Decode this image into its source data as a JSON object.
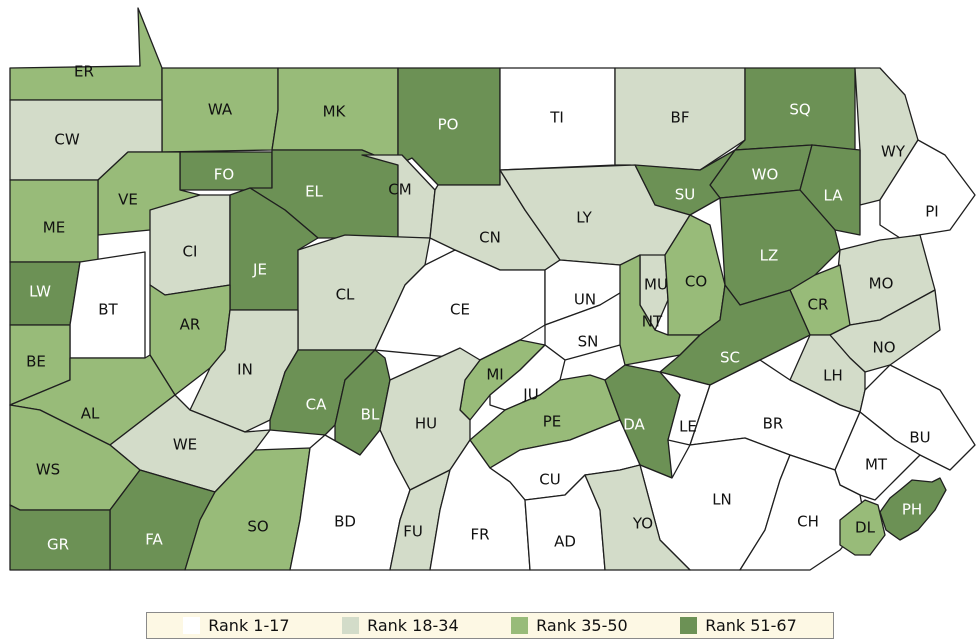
{
  "colors": {
    "rank_1_17": "#ffffff",
    "rank_18_34": "#d3dcc9",
    "rank_35_50": "#98bb79",
    "rank_51_67": "#6c9155",
    "border": "#1f1f1f",
    "legend_bg": "#fdf8e4"
  },
  "legend": [
    {
      "label": "Rank 1-17",
      "tier": 1
    },
    {
      "label": "Rank 18-34",
      "tier": 2
    },
    {
      "label": "Rank 35-50",
      "tier": 3
    },
    {
      "label": "Rank 51-67",
      "tier": 4
    }
  ],
  "counties": [
    {
      "code": "ER",
      "tier": 3
    },
    {
      "code": "WA",
      "tier": 3
    },
    {
      "code": "MK",
      "tier": 3
    },
    {
      "code": "PO",
      "tier": 4
    },
    {
      "code": "TI",
      "tier": 1
    },
    {
      "code": "BF",
      "tier": 2
    },
    {
      "code": "SQ",
      "tier": 4
    },
    {
      "code": "WY",
      "tier": 2
    },
    {
      "code": "CW",
      "tier": 2
    },
    {
      "code": "FO",
      "tier": 4
    },
    {
      "code": "EL",
      "tier": 4
    },
    {
      "code": "CM",
      "tier": 2
    },
    {
      "code": "WO",
      "tier": 4
    },
    {
      "code": "LA",
      "tier": 4
    },
    {
      "code": "SU",
      "tier": 4
    },
    {
      "code": "PI",
      "tier": 1
    },
    {
      "code": "VE",
      "tier": 3
    },
    {
      "code": "ME",
      "tier": 3
    },
    {
      "code": "CI",
      "tier": 2
    },
    {
      "code": "JE",
      "tier": 4
    },
    {
      "code": "CN",
      "tier": 2
    },
    {
      "code": "LY",
      "tier": 2
    },
    {
      "code": "LZ",
      "tier": 4
    },
    {
      "code": "LW",
      "tier": 4
    },
    {
      "code": "BT",
      "tier": 1
    },
    {
      "code": "CL",
      "tier": 2
    },
    {
      "code": "CE",
      "tier": 1
    },
    {
      "code": "UN",
      "tier": 1
    },
    {
      "code": "MU",
      "tier": 2
    },
    {
      "code": "CO",
      "tier": 3
    },
    {
      "code": "MO",
      "tier": 2
    },
    {
      "code": "AR",
      "tier": 3
    },
    {
      "code": "SN",
      "tier": 1
    },
    {
      "code": "NT",
      "tier": 3
    },
    {
      "code": "CR",
      "tier": 3
    },
    {
      "code": "BE",
      "tier": 3
    },
    {
      "code": "IN",
      "tier": 2
    },
    {
      "code": "SC",
      "tier": 4
    },
    {
      "code": "NO",
      "tier": 2
    },
    {
      "code": "MI",
      "tier": 3
    },
    {
      "code": "LH",
      "tier": 2
    },
    {
      "code": "AL",
      "tier": 3
    },
    {
      "code": "CA",
      "tier": 4
    },
    {
      "code": "BL",
      "tier": 4
    },
    {
      "code": "HU",
      "tier": 2
    },
    {
      "code": "JU",
      "tier": 1
    },
    {
      "code": "WE",
      "tier": 2
    },
    {
      "code": "PE",
      "tier": 3
    },
    {
      "code": "DA",
      "tier": 4
    },
    {
      "code": "LE",
      "tier": 1
    },
    {
      "code": "BR",
      "tier": 1
    },
    {
      "code": "BU",
      "tier": 1
    },
    {
      "code": "WS",
      "tier": 3
    },
    {
      "code": "CU",
      "tier": 1
    },
    {
      "code": "MT",
      "tier": 1
    },
    {
      "code": "LN",
      "tier": 1
    },
    {
      "code": "FA",
      "tier": 4
    },
    {
      "code": "SO",
      "tier": 3
    },
    {
      "code": "BD",
      "tier": 1
    },
    {
      "code": "FU",
      "tier": 2
    },
    {
      "code": "FR",
      "tier": 1
    },
    {
      "code": "AD",
      "tier": 1
    },
    {
      "code": "YO",
      "tier": 2
    },
    {
      "code": "CH",
      "tier": 1
    },
    {
      "code": "DL",
      "tier": 3
    },
    {
      "code": "PH",
      "tier": 4
    },
    {
      "code": "GR",
      "tier": 4
    }
  ]
}
